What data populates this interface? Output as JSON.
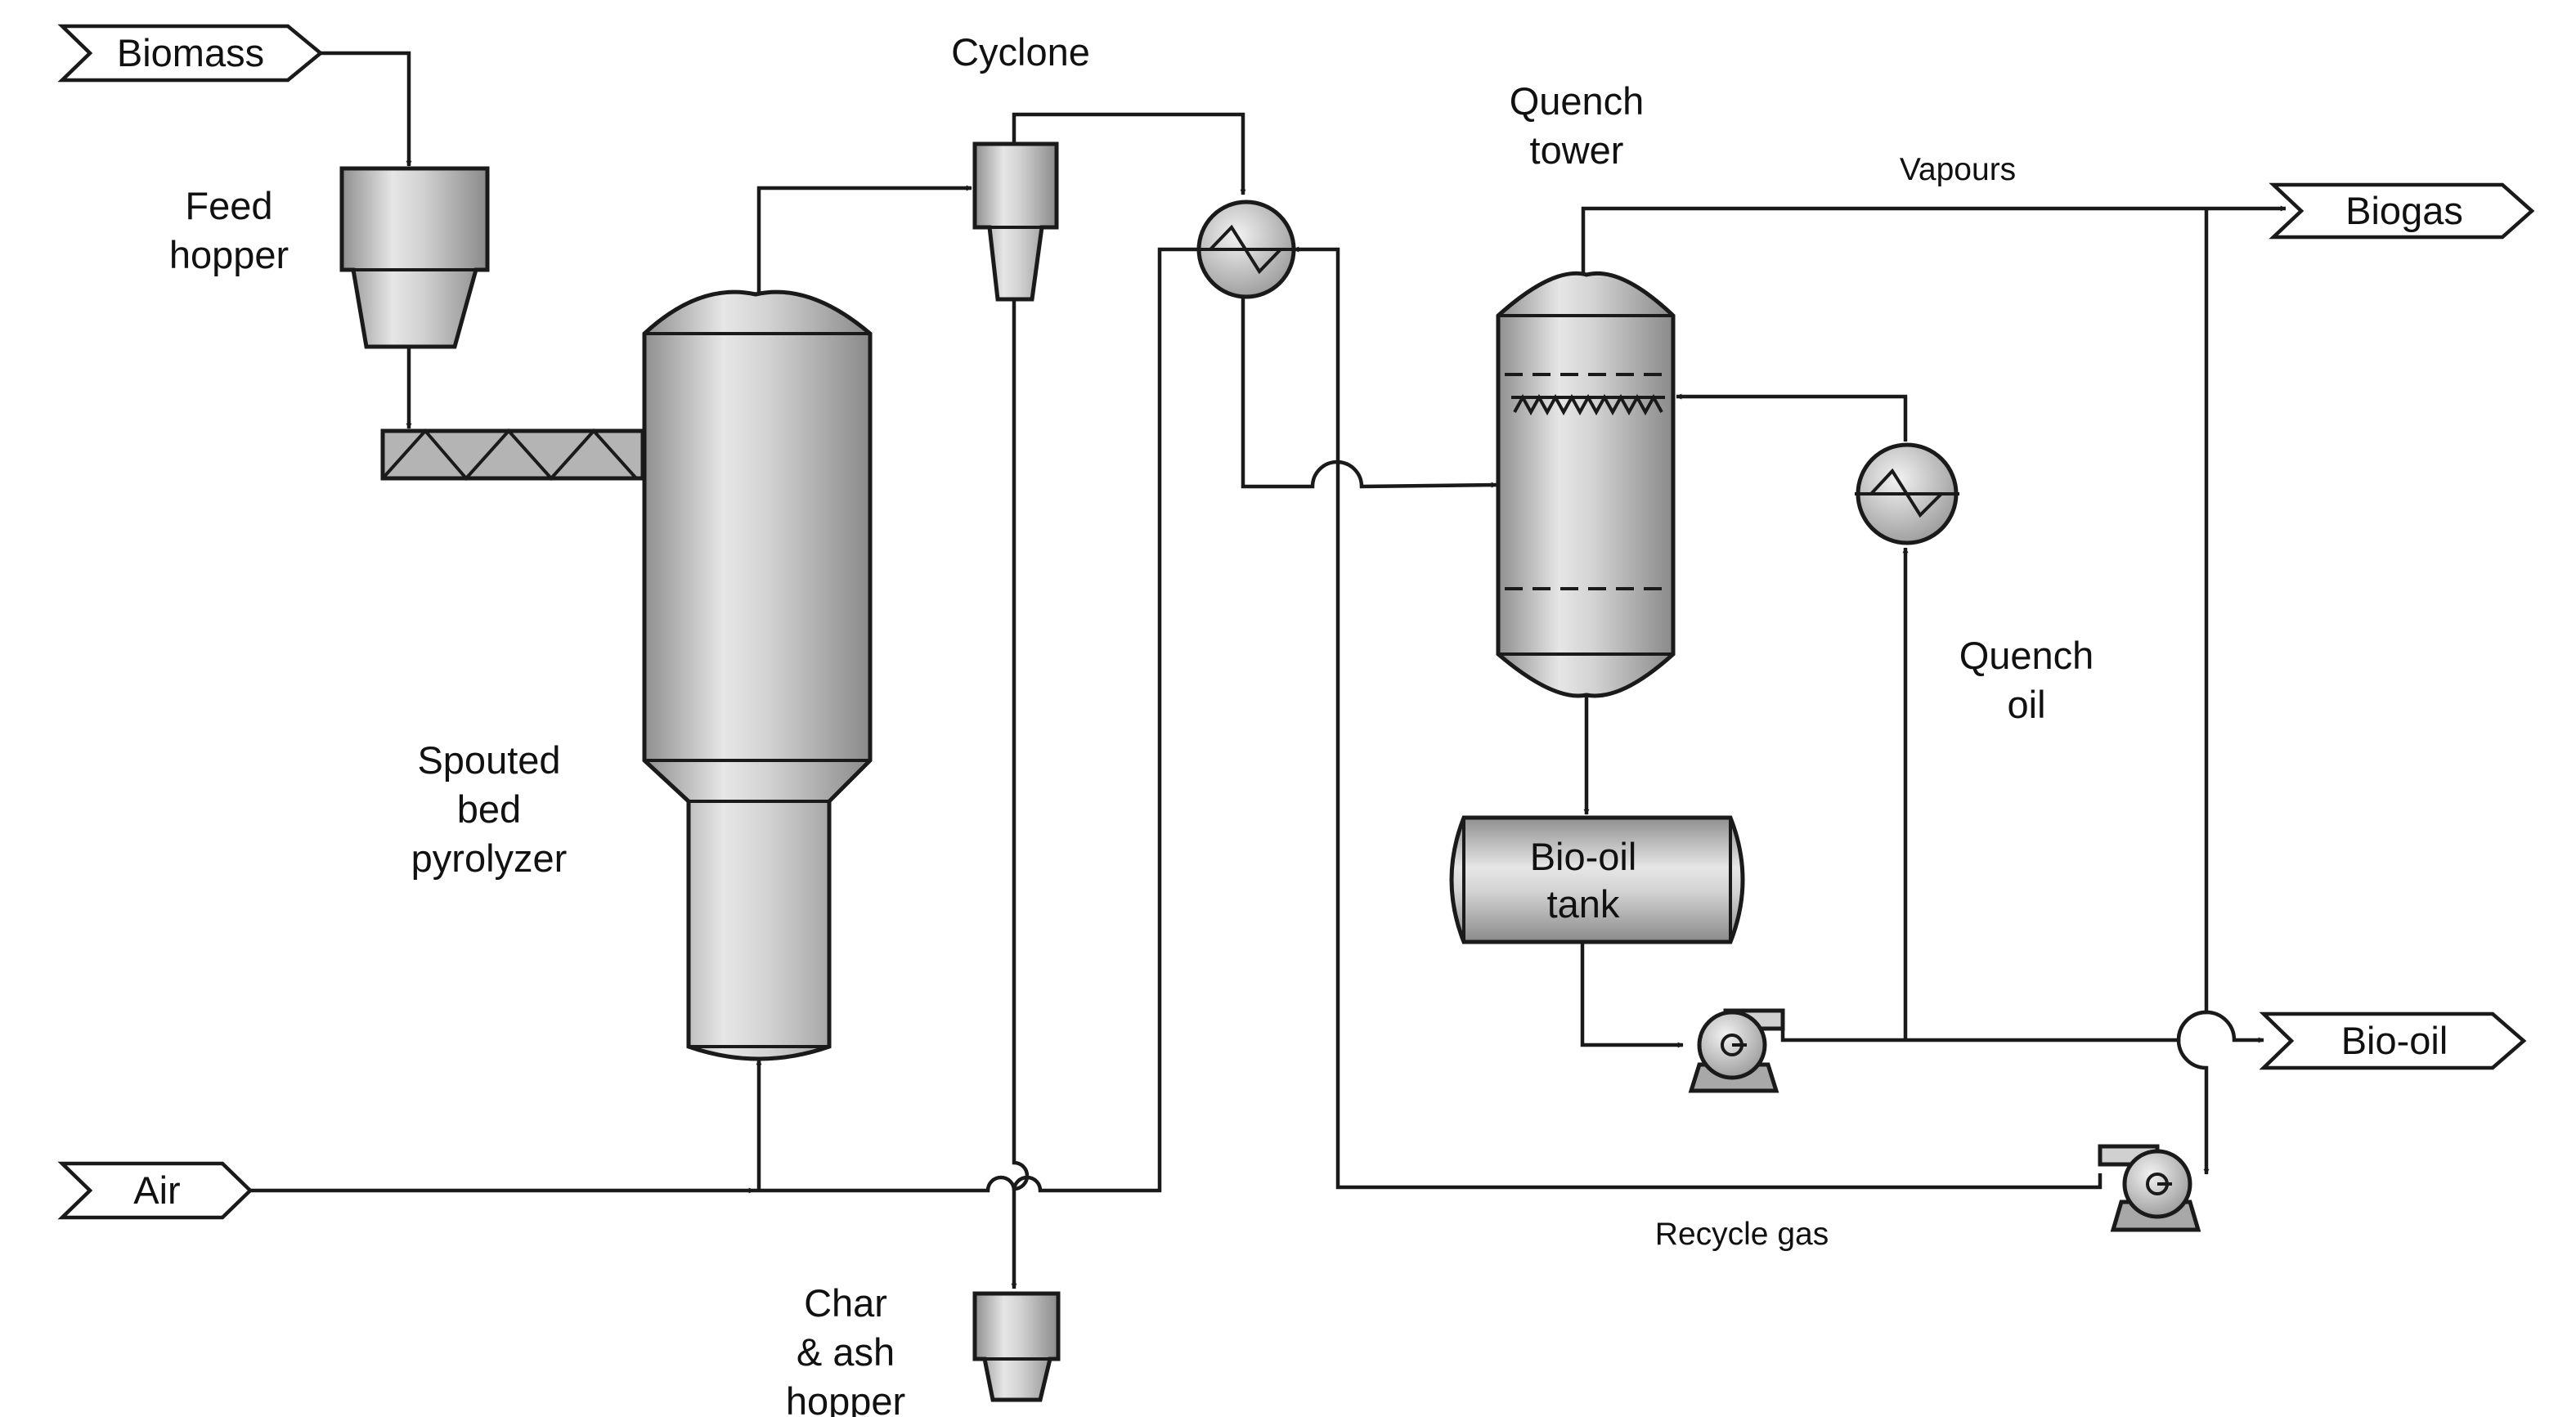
{
  "streams": {
    "biomass": "Biomass",
    "air": "Air",
    "biogas": "Biogas",
    "bio_oil": "Bio-oil"
  },
  "equipment": {
    "feed_hopper": [
      "Feed",
      "hopper"
    ],
    "spouted_bed": [
      "Spouted",
      "bed",
      "pyrolyzer"
    ],
    "cyclone": "Cyclone",
    "quench_tower": [
      "Quench",
      "tower"
    ],
    "bio_oil_tank": [
      "Bio-oil",
      "tank"
    ],
    "char_hopper": [
      "Char",
      "& ash",
      "hopper"
    ]
  },
  "flow_labels": {
    "vapours": "Vapours",
    "quench_oil": [
      "Quench",
      "oil"
    ],
    "recycle_gas": "Recycle gas"
  },
  "colors": {
    "line": "#1a1a1a",
    "vessel_light": "#ececec",
    "vessel_mid": "#c4c4c4",
    "vessel_dark": "#8f8f8f"
  }
}
